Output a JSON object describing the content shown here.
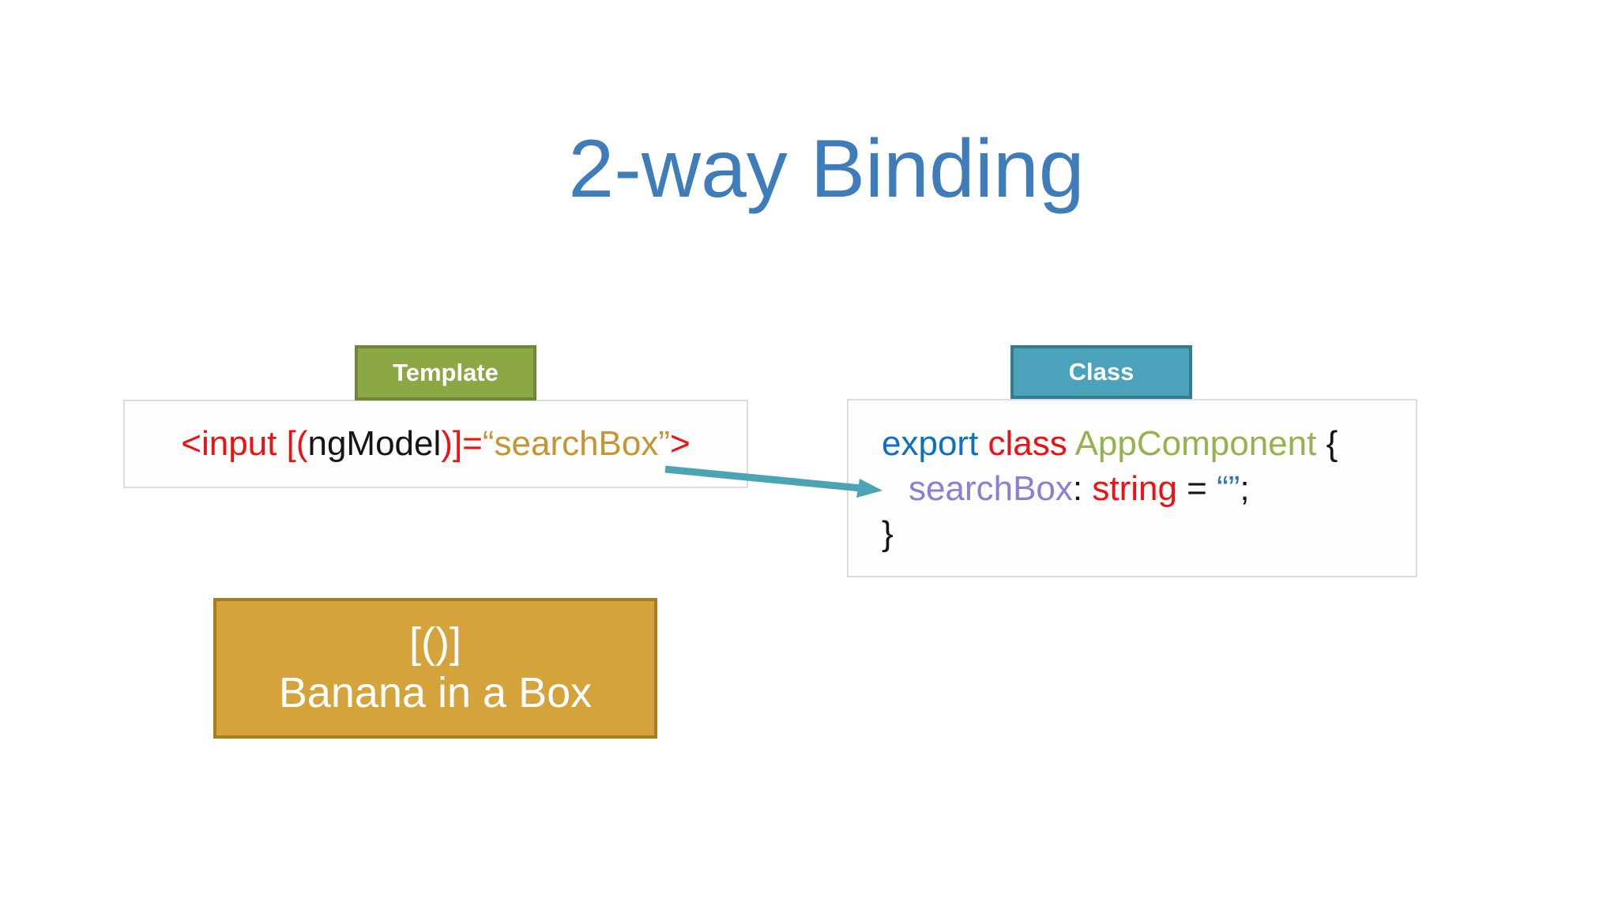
{
  "title": "2-way Binding",
  "template_section": {
    "label": "Template",
    "code_segments": [
      {
        "text": "<input [(",
        "color": "code_red"
      },
      {
        "text": "ngModel",
        "color": "code_black"
      },
      {
        "text": ")]=",
        "color": "code_red"
      },
      {
        "text": "“searchBox”",
        "color": "code_gold"
      },
      {
        "text": ">",
        "color": "code_red"
      }
    ]
  },
  "class_section": {
    "label": "Class",
    "code_lines": [
      [
        {
          "text": "export ",
          "color": "code_blue"
        },
        {
          "text": "class ",
          "color": "code_red"
        },
        {
          "text": "AppComponent ",
          "color": "code_olive"
        },
        {
          "text": "{",
          "color": "code_black"
        }
      ],
      [
        {
          "text": "searchBox",
          "color": "code_purple"
        },
        {
          "text": ": ",
          "color": "code_black"
        },
        {
          "text": "string",
          "color": "code_red"
        },
        {
          "text": " = ",
          "color": "code_black"
        },
        {
          "text": "“”",
          "color": "code_quote_blue"
        },
        {
          "text": ";",
          "color": "code_black"
        }
      ],
      [
        {
          "text": "}",
          "color": "code_black"
        }
      ]
    ]
  },
  "banana_box": {
    "symbol": "[()]",
    "caption": "Banana in a Box"
  },
  "colors": {
    "title_blue": "#3f7cba",
    "green_fill": "#8ca845",
    "green_border": "#6e8838",
    "teal_fill": "#4aa3ba",
    "teal_border": "#337b90",
    "codebox_bg": "#fdfdfd",
    "codebox_border": "#dcdcdc",
    "code_red": "#ee1111",
    "code_black": "#151515",
    "code_gold": "#c79434",
    "code_blue": "#0d70c0",
    "code_olive": "#95b24f",
    "code_purple": "#8a7fd2",
    "code_quote_blue": "#2f76b5",
    "orange_fill": "#d5a33c",
    "orange_border": "#a77d20",
    "arrow_teal": "#4aa4b5",
    "label_text": "#ffffff"
  }
}
